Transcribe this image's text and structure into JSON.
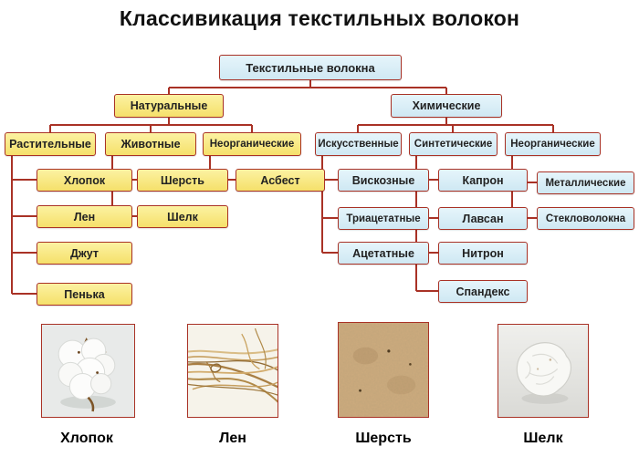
{
  "title": "Классивикация текстильных волокон",
  "colors": {
    "line": "#a93226",
    "natural": "#f5e06a",
    "chemical": "#cfe8f3"
  },
  "tree": {
    "root": "Текстильные волокна",
    "natural": {
      "label": "Натуральные",
      "groups": [
        {
          "label": "Растительные",
          "children": [
            "Хлопок",
            "Лен",
            "Джут",
            "Пенька"
          ]
        },
        {
          "label": "Животные",
          "children": [
            "Шерсть",
            "Шелк"
          ]
        },
        {
          "label": "Неорганические",
          "children": [
            "Асбест"
          ]
        }
      ]
    },
    "chemical": {
      "label": "Химические",
      "groups": [
        {
          "label": "Искусственные",
          "children": [
            "Вискозные",
            "Триацетатные",
            "Ацетатные"
          ]
        },
        {
          "label": "Синтетические",
          "children": [
            "Капрон",
            "Лавсан",
            "Нитрон",
            "Спандекс"
          ]
        },
        {
          "label": "Неорганические",
          "children": [
            "Металлические",
            "Стекловолокна"
          ]
        }
      ]
    }
  },
  "photos": [
    {
      "label": "Хлопок"
    },
    {
      "label": "Лен"
    },
    {
      "label": "Шерсть"
    },
    {
      "label": "Шелк"
    }
  ]
}
